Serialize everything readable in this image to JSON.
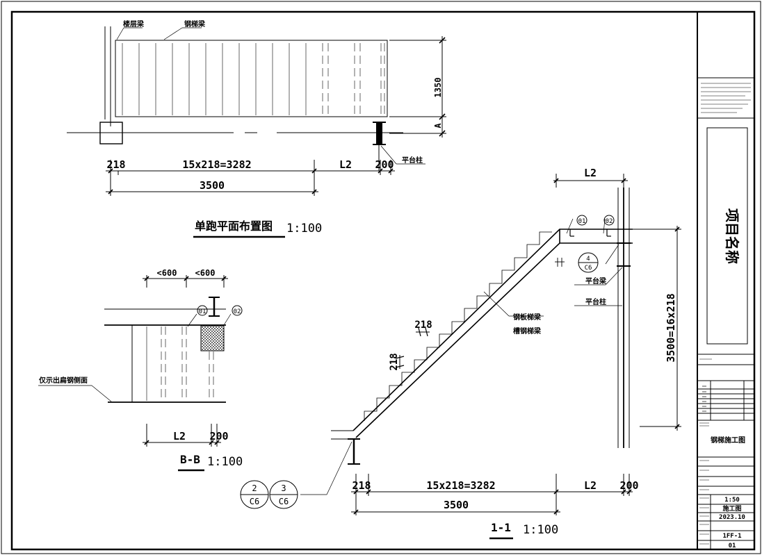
{
  "plan": {
    "title": "单跑平面布置图",
    "scale": "1:100",
    "label_floor_beam": "楼层梁",
    "label_stair_beam": "钢梯梁",
    "label_platform_column": "平台柱",
    "dim_vertical": "1350",
    "axis_label": "A",
    "dims_top": [
      "218",
      "15x218=3282",
      "L2",
      "200"
    ],
    "dim_total": "3500"
  },
  "section_bb": {
    "title": "B-B",
    "scale": "1:100",
    "dims_top": [
      "<600",
      "<600"
    ],
    "dims_bottom": [
      "L2",
      "200"
    ],
    "tag_01": "01",
    "tag_02": "02",
    "side_note": "仅示出扁钢侧面"
  },
  "section_11": {
    "title": "1-1",
    "scale": "1:100",
    "dim_top": "L2",
    "tag_01": "01",
    "tag_02": "02",
    "detail_ref": {
      "num": "4",
      "sheet": "C6"
    },
    "label_platform_beam": "平台梁",
    "label_platform_column": "平台柱",
    "label_steel_plate": "钢板梯梁",
    "label_channel": "槽钢梯梁",
    "step_w": "218",
    "step_h": "218",
    "dim_vertical": "3500=16x218",
    "dims_bottom": [
      "218",
      "15x218=3282",
      "L2",
      "200"
    ],
    "dim_total": "3500",
    "refs": [
      {
        "num": "2",
        "sheet": "C6"
      },
      {
        "num": "3",
        "sheet": "C6"
      }
    ]
  },
  "title_block": {
    "project_name": "项目名称",
    "drawing_name": "钢梯施工图",
    "scale": "1:50",
    "stage": "施工图",
    "date": "2023.10",
    "drawing_no": "1FF-1",
    "sheet_no": "01"
  }
}
